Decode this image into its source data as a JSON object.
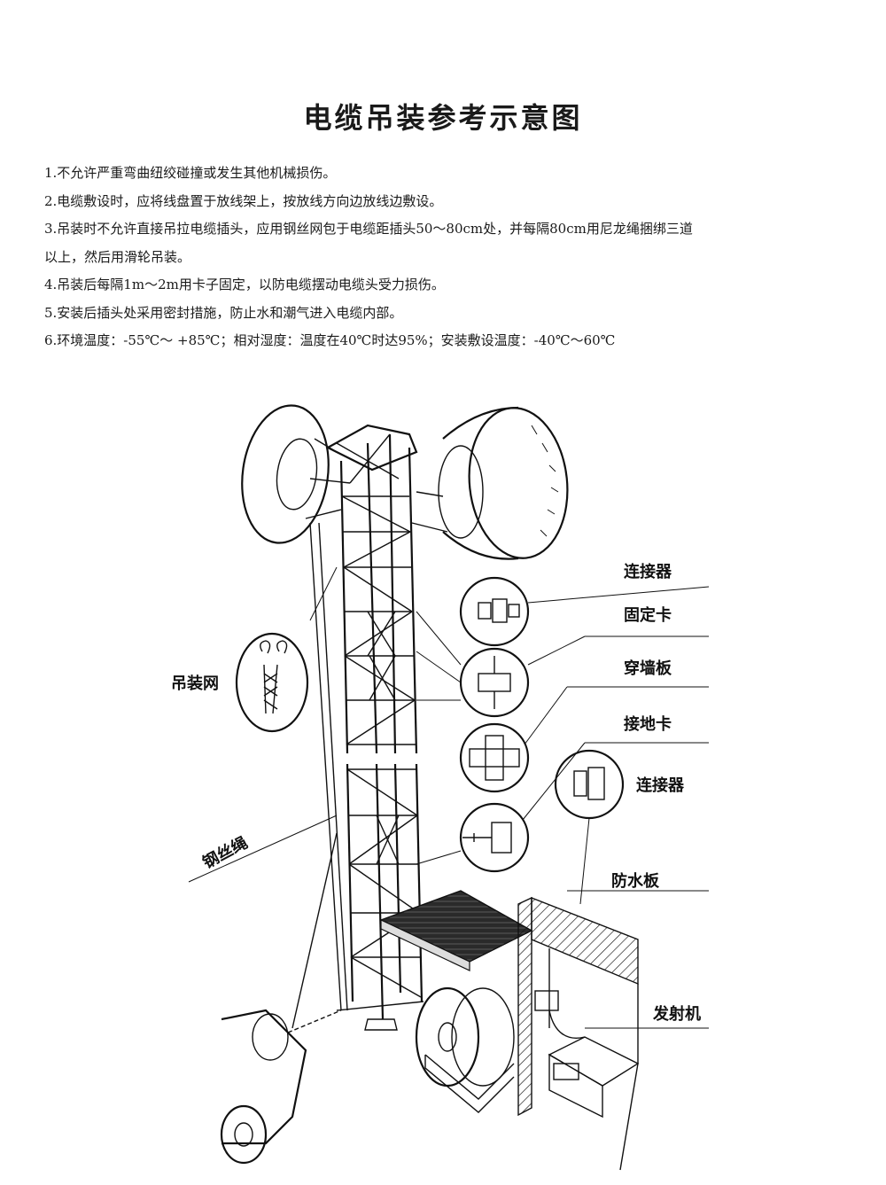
{
  "title": "电缆吊装参考示意图",
  "notes": [
    "1.不允许严重弯曲纽绞碰撞或发生其他机械损伤。",
    "2.电缆敷设时，应将线盘置于放线架上，按放线方向边放线边敷设。",
    "3.吊装时不允许直接吊拉电缆插头，应用钢丝网包于电缆距插头50～80cm处，并每隔80cm用尼龙绳捆绑三道",
    "以上，然后用滑轮吊装。",
    "4.吊装后每隔1m～2m用卡子固定，以防电缆摆动电缆头受力损伤。",
    "5.安装后插头处采用密封措施，防止水和潮气进入电缆内部。",
    "6.环境温度：-55℃～ +85℃；相对湿度：温度在40℃时达95%；安装敷设温度：-40℃～60℃"
  ],
  "labels": {
    "connector_top": "连接器",
    "fixing_clamp": "固定卡",
    "wall_plate": "穿墙板",
    "grounding_clamp": "接地卡",
    "connector_bottom": "连接器",
    "waterproof_board": "防水板",
    "transmitter": "发射机",
    "hoisting_net": "吊装网",
    "wire_rope": "钢丝绳"
  }
}
